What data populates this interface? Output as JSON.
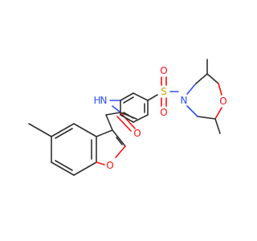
{
  "molecule": {
    "atoms": {
      "nh_n": "N",
      "nh_h": "H",
      "amide_o": "O",
      "sulfonyl_s": "S",
      "sulfonyl_o1": "O",
      "sulfonyl_o2": "O",
      "morpholine_n": "N",
      "morpholine_o": "O",
      "furan_o": "O"
    },
    "colors": {
      "carbon_bond": "#303030",
      "oxygen": "#ff0d0d",
      "nitrogen": "#3050f8",
      "sulfur": "#c8a000"
    }
  }
}
